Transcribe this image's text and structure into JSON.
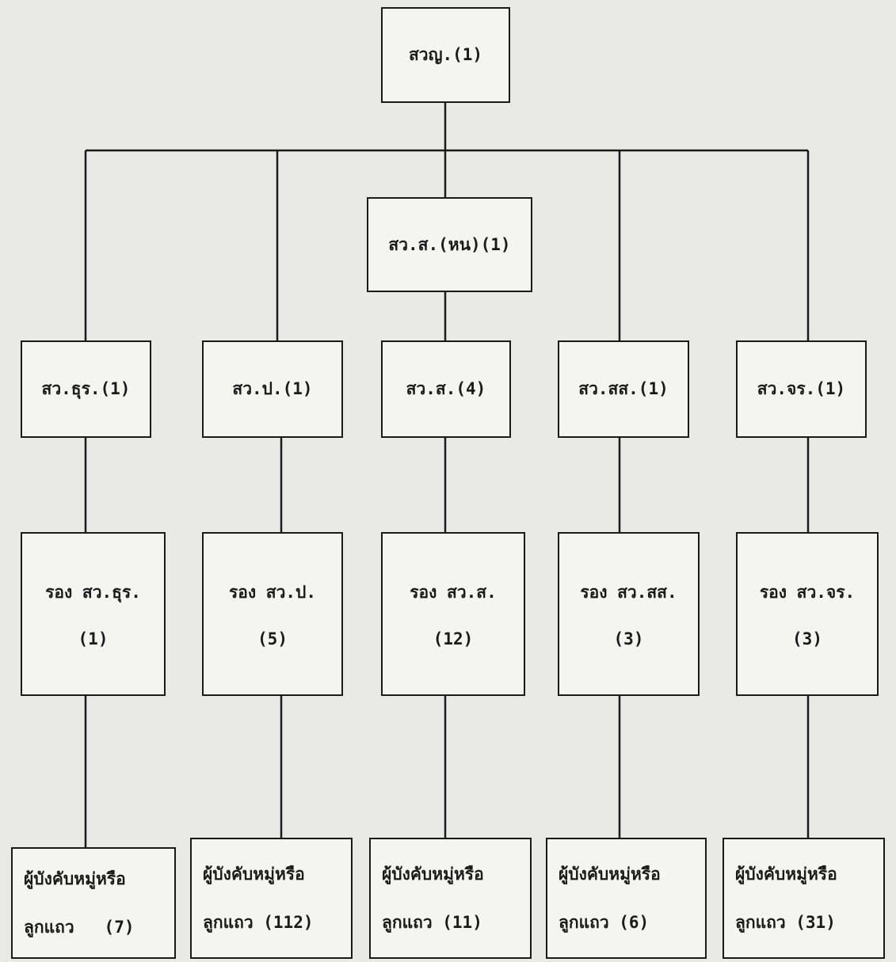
{
  "root": {
    "line1": "สวญ.(1)"
  },
  "deputy": {
    "line1": "สว.ส.(หน)(1)"
  },
  "heads": [
    {
      "line1": "สว.ธุร.(1)"
    },
    {
      "line1": "สว.ป.(1)"
    },
    {
      "line1": "สว.ส.(4)"
    },
    {
      "line1": "สว.สส.(1)"
    },
    {
      "line1": "สว.จร.(1)"
    }
  ],
  "assistants": [
    {
      "line1": "รอง สว.ธุร.",
      "line2": "(1)"
    },
    {
      "line1": "รอง สว.ป.",
      "line2": "(5)"
    },
    {
      "line1": "รอง สว.ส.",
      "line2": "(12)"
    },
    {
      "line1": "รอง สว.สส.",
      "line2": "(3)"
    },
    {
      "line1": "รอง สว.จร.",
      "line2": "(3)"
    }
  ],
  "leaves": [
    {
      "line1": "ผู้บังคับหมู่หรือ",
      "line2": "ลูกแถว   (7)"
    },
    {
      "line1": "ผู้บังคับหมู่หรือ",
      "line2": "ลูกแถว (112)"
    },
    {
      "line1": "ผู้บังคับหมู่หรือ",
      "line2": "ลูกแถว (11)"
    },
    {
      "line1": "ผู้บังคับหมู่หรือ",
      "line2": "ลูกแถว (6)"
    },
    {
      "line1": "ผู้บังคับหมู่หรือ",
      "line2": "ลูกแถว (31)"
    }
  ]
}
